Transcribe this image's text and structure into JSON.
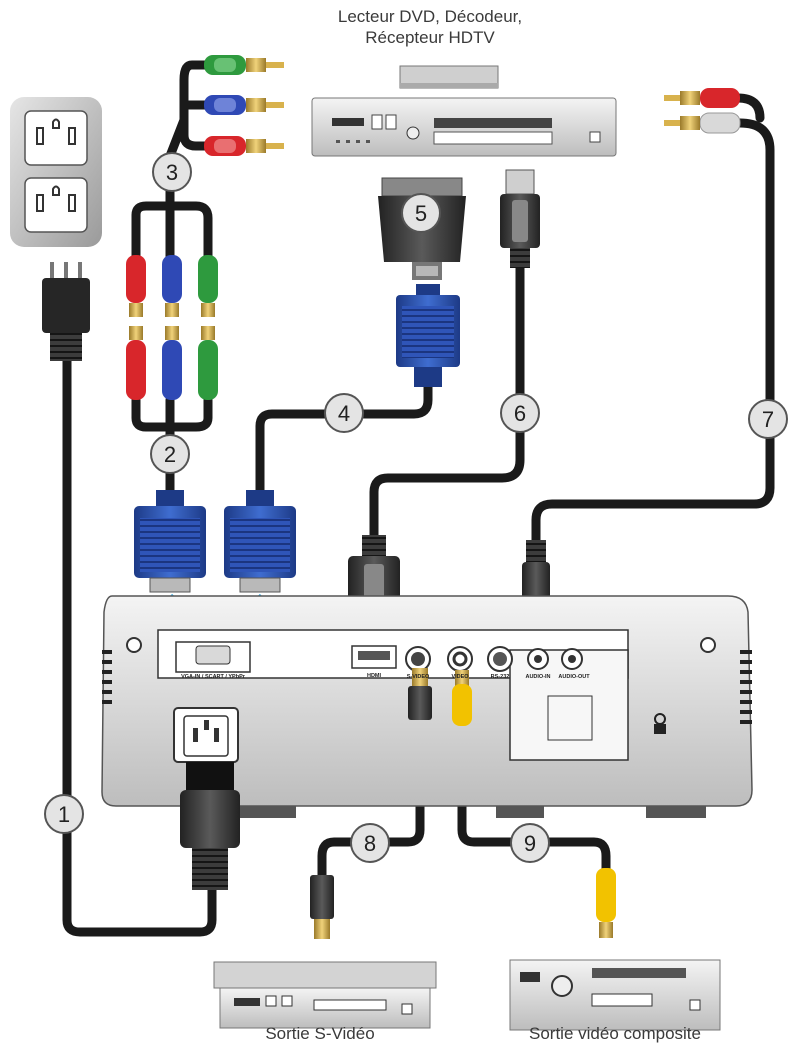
{
  "captions": {
    "source_line1": "Lecteur DVD, Décodeur,",
    "source_line2": "Récepteur HDTV",
    "svideo_out": "Sortie S-Vidéo",
    "composite_out": "Sortie vidéo composite"
  },
  "ports": {
    "vga": "VGA-IN / SCART / YPbPr",
    "hdmi": "HDMI",
    "svideo": "S-VIDEO",
    "video": "VIDEO",
    "rs232": "RS-232",
    "audio_in": "AUDIO-IN",
    "audio_out": "AUDIO-OUT"
  },
  "callouts": {
    "c1": "1",
    "c2": "2",
    "c3": "3",
    "c4": "4",
    "c5": "5",
    "c6": "6",
    "c7": "7",
    "c8": "8",
    "c9": "9"
  },
  "colors": {
    "cable": "#1a1a1a",
    "vga_blue": "#2a4fa8",
    "rca_red": "#d8262b",
    "rca_green": "#2e9a3e",
    "rca_blue": "#2f49b5",
    "rca_white": "#d9d9d9",
    "rca_yellow": "#f2c200",
    "signal_arrow": "#39a8e0"
  }
}
